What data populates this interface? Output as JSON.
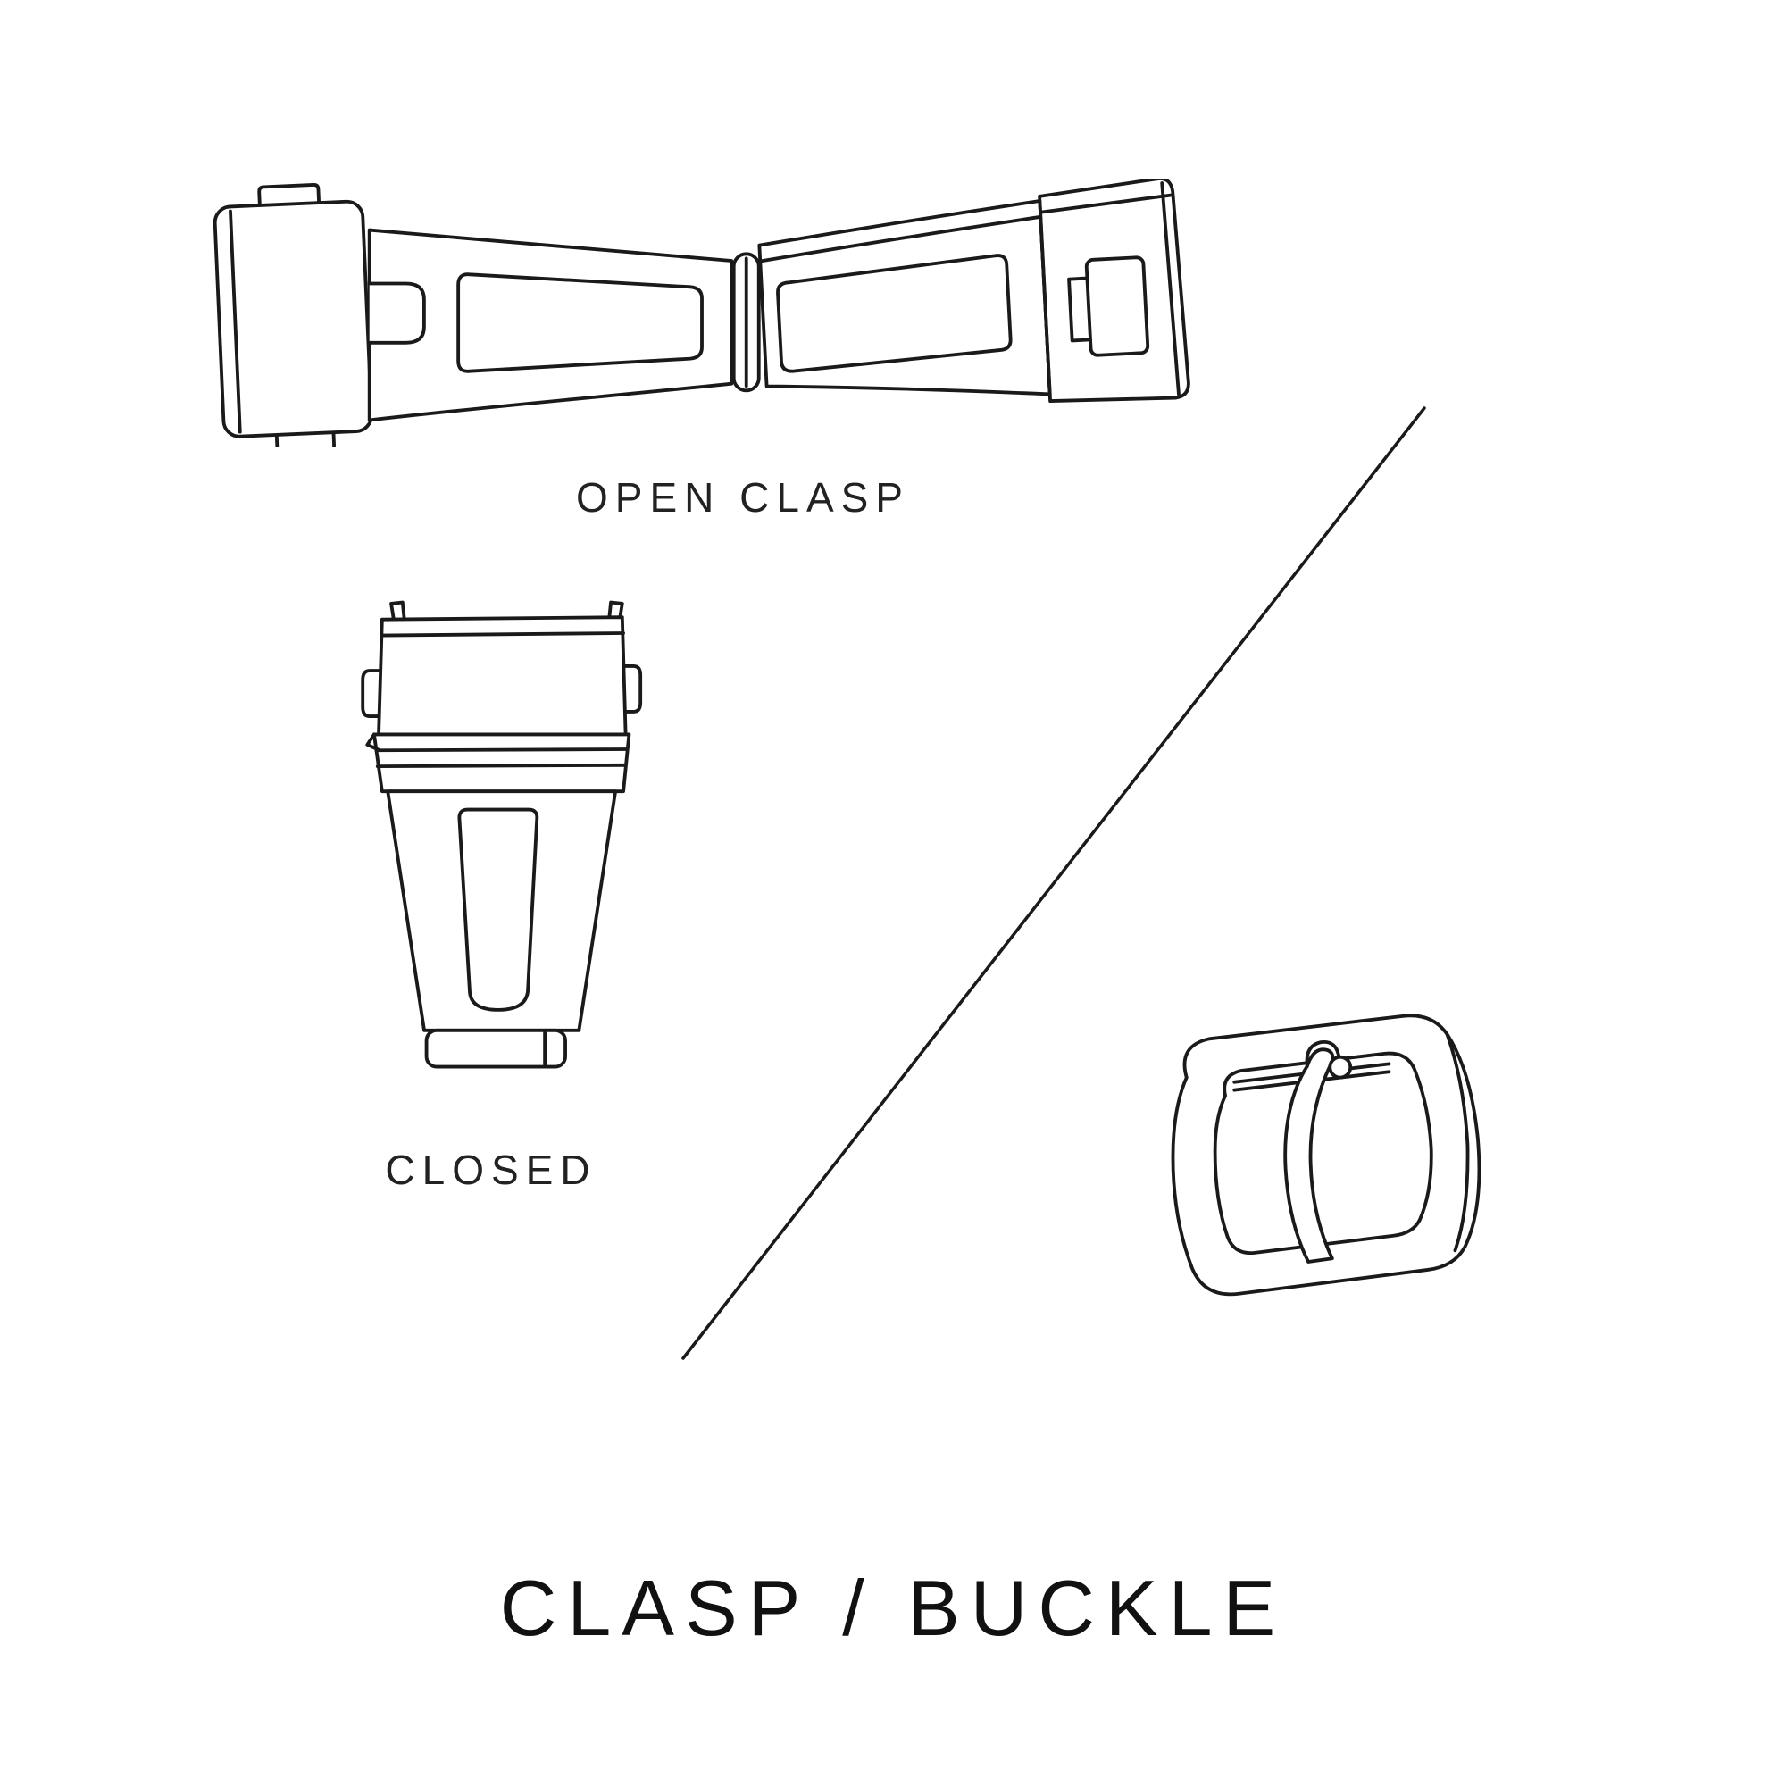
{
  "page": {
    "title": "CLASP / BUCKLE",
    "background_color": "#ffffff",
    "ink_color": "#1a1a1a"
  },
  "figures": {
    "open_clasp": {
      "icon": "open-clasp-illustration",
      "label": "OPEN CLASP"
    },
    "closed_clasp": {
      "icon": "closed-clasp-illustration",
      "label": "CLOSED"
    },
    "tang_buckle": {
      "icon": "tang-buckle-illustration",
      "label": ""
    }
  },
  "divider": {
    "icon": "diagonal-divider-line"
  }
}
